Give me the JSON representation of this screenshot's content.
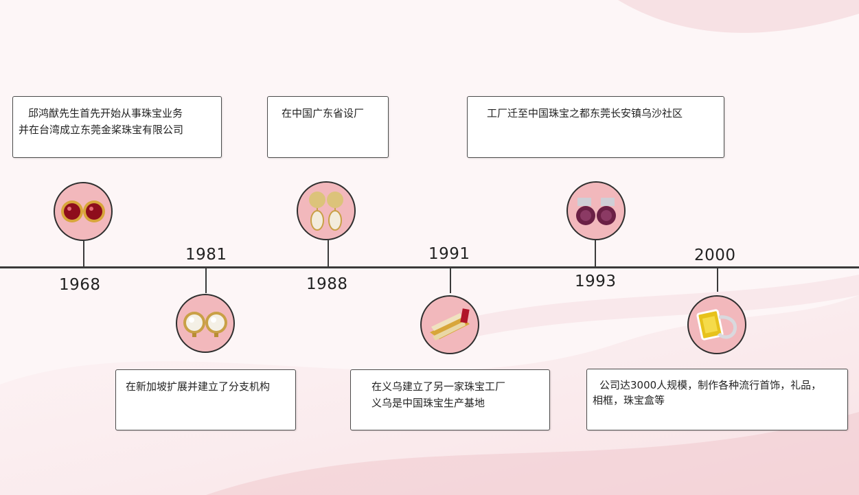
{
  "colors": {
    "disc_fill": "#f2b8bc",
    "axis": "#3a3a3a",
    "box_border": "#4a4a4a"
  },
  "timeline": {
    "events": [
      {
        "year": "1968",
        "lines": [
          "邱鸿猷先生首先开始从事珠宝业务",
          "并在台湾成立东莞金桨珠宝有限公司"
        ],
        "icon": "red-stud-earrings-icon"
      },
      {
        "year": "1981",
        "lines": [
          "在新加坡扩展并建立了分支机构"
        ],
        "icon": "pearl-stud-earrings-icon"
      },
      {
        "year": "1988",
        "lines": [
          "在中国广东省设厂"
        ],
        "icon": "gold-drop-earrings-icon"
      },
      {
        "year": "1991",
        "lines": [
          "在义乌建立了另一家珠宝工厂",
          "义乌是中国珠宝生产基地"
        ],
        "icon": "gold-ruby-ring-icon"
      },
      {
        "year": "1993",
        "lines": [
          "工厂迁至中国珠宝之都东莞长安镇乌沙社区"
        ],
        "icon": "purple-crystal-earrings-icon"
      },
      {
        "year": "2000",
        "lines": [
          "公司达3000人规模，制作各种流行首饰，礼品，",
          "相框，珠宝盒等"
        ],
        "icon": "citrine-ring-icon"
      }
    ]
  }
}
